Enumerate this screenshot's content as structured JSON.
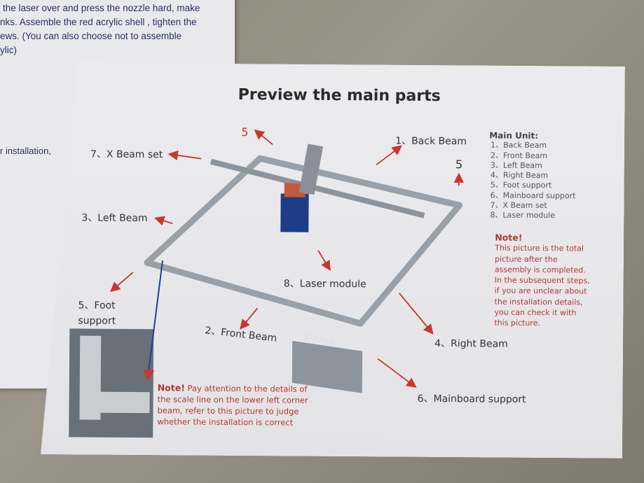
{
  "background_page": {
    "lines": [
      "the laser over and press the nozzle hard, make",
      "nks. Assemble the red acrylic shell , tighten the",
      "ews. (You can also choose not to assemble",
      "ylic)"
    ],
    "side_text": "r installation,"
  },
  "page": {
    "title": "Preview the main parts",
    "callouts": {
      "back_beam": "1、Back Beam",
      "front_beam": "2、Front Beam",
      "left_beam": "3、Left Beam",
      "right_beam": "4、Right Beam",
      "foot_support_a": "5",
      "foot_support_b": "5",
      "foot_support_c": "5、Foot support",
      "mainboard_support": "6、Mainboard support",
      "x_beam_set": "7、X Beam set",
      "laser_module": "8、Laser module"
    },
    "main_unit": {
      "heading": "Main Unit:",
      "items": [
        "1、Back Beam",
        "2、Front Beam",
        "3、Left Beam",
        "4、Right Beam",
        "5、Foot support",
        "6、Mainboard support",
        "7、X Beam set",
        "8、Laser module"
      ]
    },
    "note_right": {
      "heading": "Note!",
      "lines": [
        "This picture is the total",
        "picture after the",
        "assembly is completed.",
        "In the subsequent steps,",
        "if you are unclear about",
        "the installation details,",
        "you can check it with",
        "this picture."
      ]
    },
    "note_bottom": {
      "heading": "Note!",
      "lines": [
        " Pay attention to the details of",
        "the scale line on the lower left corner",
        "beam, refer to this picture to judge",
        "whether the installation is correct"
      ]
    },
    "brand": "SCULPFUN"
  }
}
